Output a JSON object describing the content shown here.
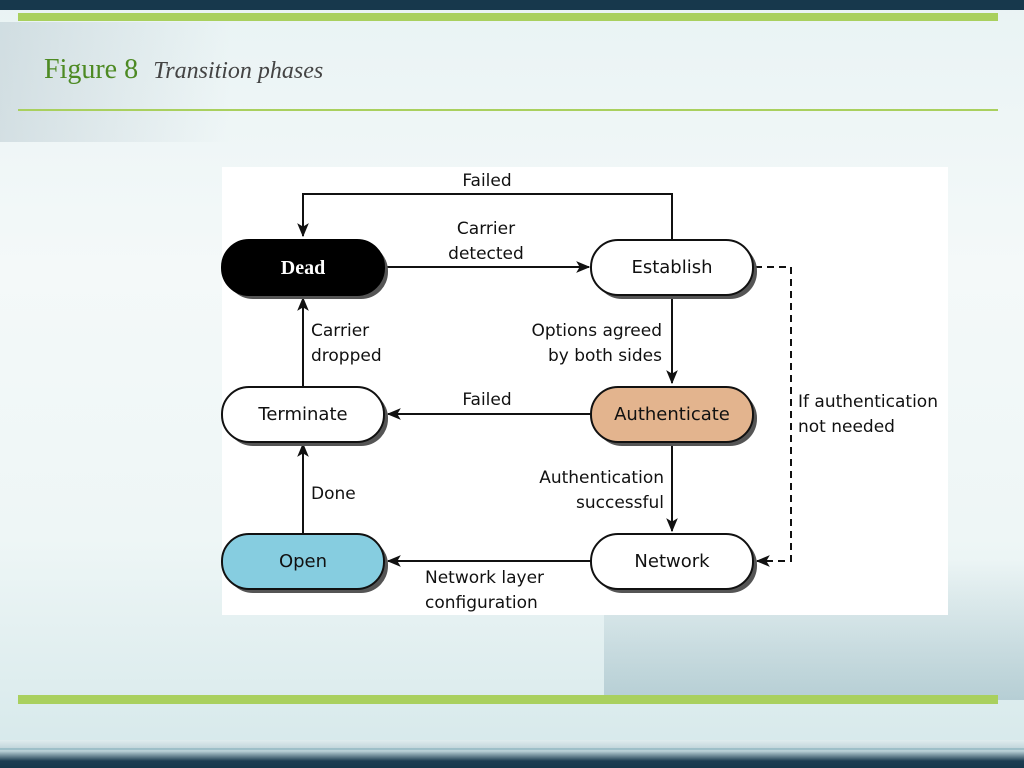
{
  "slide": {
    "figure_number": "Figure 8",
    "figure_caption": "Transition phases"
  },
  "colors": {
    "accent_green": "#a9d05e",
    "title_green": "#4d8a23",
    "dead_fill": "#000000",
    "authenticate_fill": "#e3b48e",
    "open_fill": "#86cde0",
    "default_fill": "#ffffff"
  },
  "diagram": {
    "nodes": {
      "dead": "Dead",
      "establish": "Establish",
      "authenticate": "Authenticate",
      "network": "Network",
      "open": "Open",
      "terminate": "Terminate"
    },
    "edges": {
      "establish_to_dead": "Failed",
      "dead_to_establish": [
        "Carrier",
        "detected"
      ],
      "establish_to_authenticate": [
        "Options agreed",
        "by both sides"
      ],
      "establish_to_network": [
        "If authentication",
        "not needed"
      ],
      "authenticate_to_terminate": "Failed",
      "authenticate_to_network": [
        "Authentication",
        "successful"
      ],
      "network_to_open": [
        "Network layer",
        "configuration"
      ],
      "open_to_terminate": "Done",
      "terminate_to_dead": [
        "Carrier",
        "dropped"
      ]
    }
  }
}
